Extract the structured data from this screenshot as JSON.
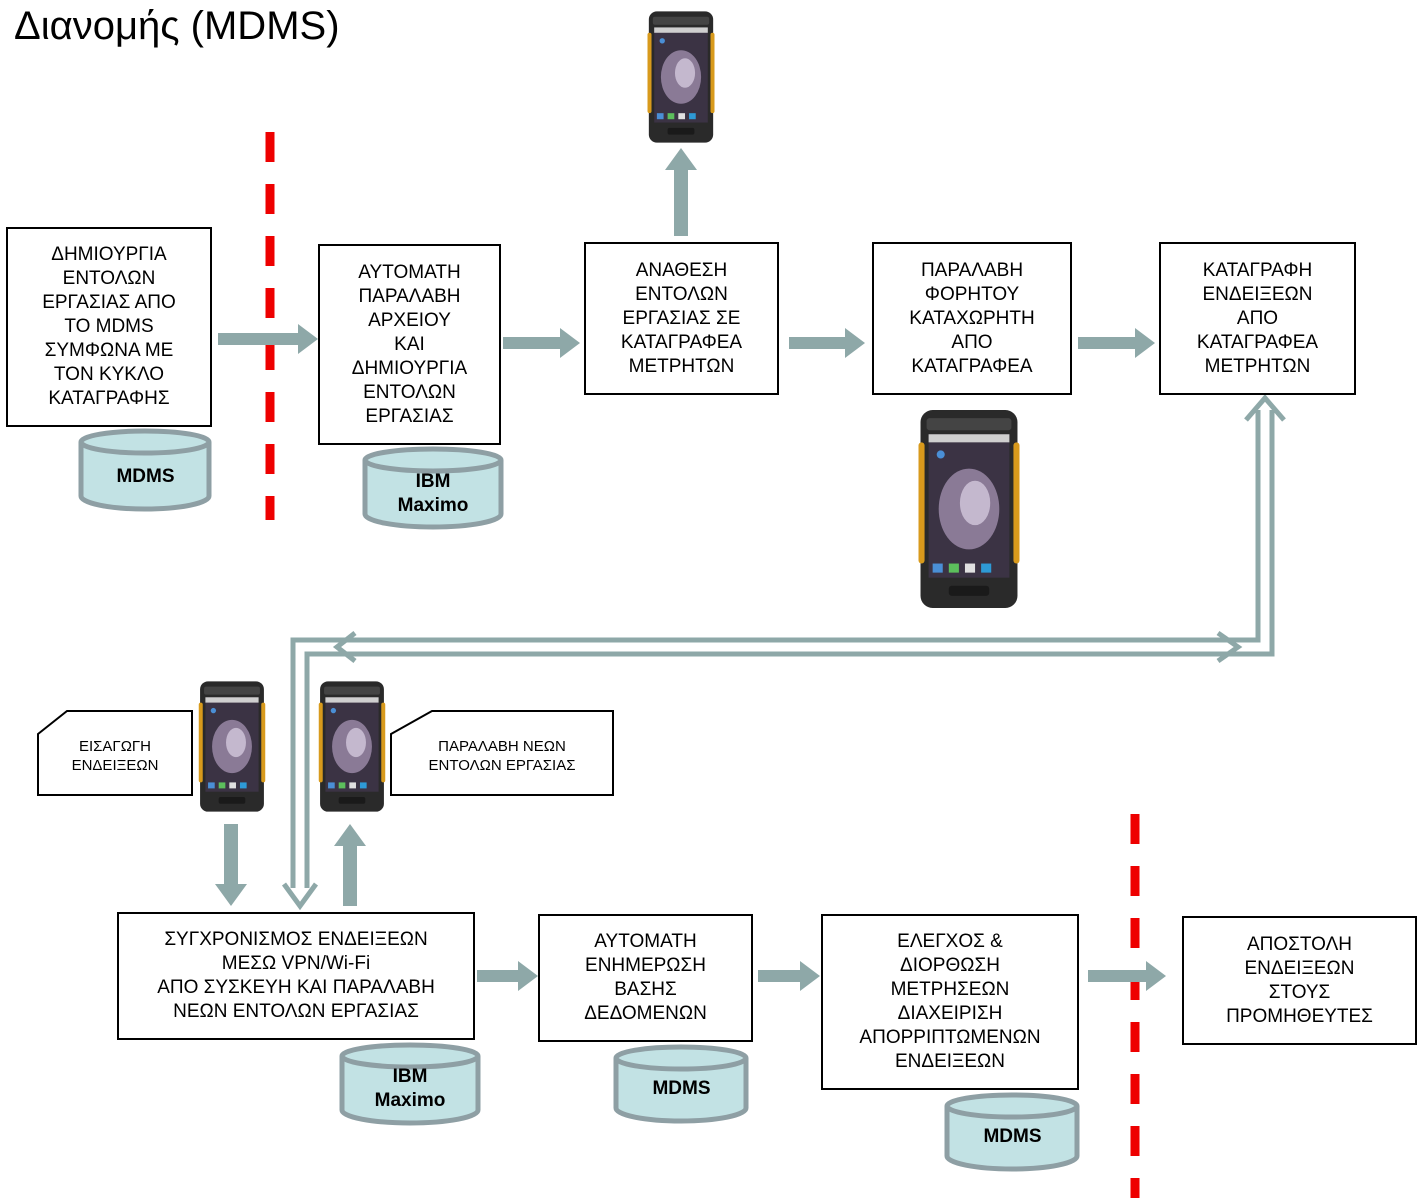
{
  "title": "Διανομής (MDMS)",
  "boxes": {
    "create_work_orders": "ΔΗΜΙΟΥΡΓΙΑ\nΕΝΤΟΛΩΝ\nΕΡΓΑΣΙΑΣ ΑΠΟ\nΤΟ MDMS\nΣΥΜΦΩΝΑ ΜΕ\nΤΟΝ ΚΥΚΛΟ\nΚΑΤΑΓΡΑΦΗΣ",
    "auto_receive_file": "ΑΥΤΟΜΑΤΗ\nΠΑΡΑΛΑΒΗ\nΑΡΧΕΙΟΥ\nΚΑΙ\nΔΗΜΙΟΥΡΓΙΑ\nΕΝΤΟΛΩΝ\nΕΡΓΑΣΙΑΣ",
    "assign_work_orders": "ΑΝΑΘΕΣΗ\nΕΝΤΟΛΩΝ\nΕΡΓΑΣΙΑΣ ΣΕ\nΚΑΤΑΓΡΑΦΕΑ\nΜΕΤΡΗΤΩΝ",
    "receive_handheld": "ΠΑΡΑΛΑΒΗ\nΦΟΡΗΤΟΥ\nΚΑΤΑΧΩΡΗΤΗ\nΑΠΟ\nΚΑΤΑΓΡΑΦΕΑ",
    "record_readings": "ΚΑΤΑΓΡΑΦΗ\nΕΝΔΕΙΞΕΩΝ\nΑΠΟ\nΚΑΤΑΓΡΑΦΕΑ\nΜΕΤΡΗΤΩΝ",
    "sync_readings": "ΣΥΓΧΡΟΝΙΣΜΟΣ ΕΝΔΕΙΞΕΩΝ\nΜΕΣΩ VPN/Wi-Fi\nΑΠΟ ΣΥΣΚΕΥΗ ΚΑΙ ΠΑΡΑΛΑΒΗ\nΝΕΩΝ ΕΝΤΟΛΩΝ ΕΡΓΑΣΙΑΣ",
    "auto_db_update": "ΑΥΤΟΜΑΤΗ\nΕΝΗΜΕΡΩΣΗ\nΒΑΣΗΣ\nΔΕΔΟΜΕΝΩΝ",
    "check_correct": "ΕΛΕΓΧΟΣ &\nΔΙΟΡΘΩΣΗ\nΜΕΤΡΗΣΕΩΝ\nΔΙΑΧΕΙΡΙΣΗ\nΑΠΟΡΡΙΠΤΩΜΕΝΩΝ\nΕΝΔΕΙΞΕΩΝ",
    "send_to_suppliers": "ΑΠΟΣΤΟΛΗ\nΕΝΔΕΙΞΕΩΝ\nΣΤΟΥΣ\nΠΡΟΜΗΘΕΥΤΕΣ"
  },
  "notes": {
    "enter_readings": "ΕΙΣΑΓΩΓΗ\nΕΝΔΕΙΞΕΩΝ",
    "receive_new_orders": "ΠΑΡΑΛΑΒΗ ΝΕΩΝ\nΕΝΤΟΛΩΝ ΕΡΓΑΣΙΑΣ"
  },
  "databases": {
    "mdms_1": "MDMS",
    "maximo_1": "IBM\nMaximo",
    "maximo_2": "IBM\nMaximo",
    "mdms_2": "MDMS",
    "mdms_3": "MDMS"
  },
  "colors": {
    "arrow": "#8ea8a8",
    "cylinder_fill": "#c2e2e4",
    "cylinder_stroke": "#8e9fa4",
    "divider": "#ee0000"
  }
}
